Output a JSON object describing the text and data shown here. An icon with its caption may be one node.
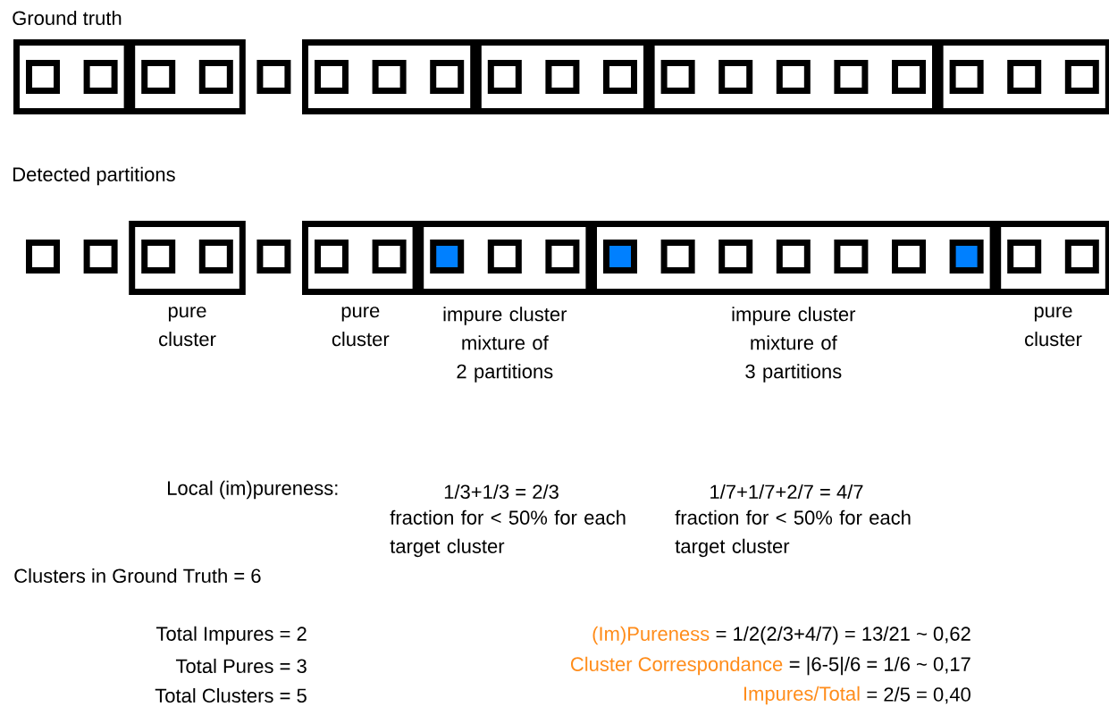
{
  "diagram": {
    "nodes": [
      {
        "text": [],
        "shape": "box"
      },
      {
        "text": [],
        "shape": "square",
        "in": 0
      },
      {
        "text": [],
        "shape": "square",
        "in": 0
      },
      {
        "text": [],
        "shape": "box"
      },
      {
        "text": [],
        "shape": "square",
        "in": 3
      },
      {
        "text": [],
        "shape": "square",
        "in": 3
      },
      {
        "text": [],
        "shape": "square"
      },
      {
        "text": [],
        "shape": "box"
      },
      {
        "text": [],
        "shape": "square",
        "in": 7
      },
      {
        "text": [],
        "shape": "square",
        "in": 7
      },
      {
        "text": [],
        "shape": "square",
        "in": 7
      },
      {
        "text": [],
        "shape": "box"
      },
      {
        "text": [],
        "shape": "square",
        "in": 11
      },
      {
        "text": [],
        "shape": "square",
        "in": 11
      },
      {
        "text": [],
        "shape": "square",
        "in": 11
      },
      {
        "text": [],
        "shape": "box"
      },
      {
        "text": [],
        "shape": "square",
        "in": 15
      },
      {
        "text": [],
        "shape": "square",
        "in": 15
      },
      {
        "text": [],
        "shape": "square",
        "in": 15
      },
      {
        "text": [],
        "shape": "square",
        "in": 15
      },
      {
        "text": [],
        "shape": "square",
        "in": 15
      },
      {
        "text": [],
        "shape": "box"
      },
      {
        "text": [],
        "shape": "square",
        "in": 21
      },
      {
        "text": [],
        "shape": "square",
        "in": 21
      },
      {
        "text": [],
        "shape": "square",
        "in": 21
      },
      {
        "text": [],
        "shape": "square"
      },
      {
        "text": [],
        "shape": "square"
      },
      {
        "text": [],
        "shape": "box",
        "beside": [
          "pure cluster"
        ]
      },
      {
        "text": [],
        "shape": "square",
        "in": 27
      },
      {
        "text": [],
        "shape": "square",
        "in": 27
      },
      {
        "text": [],
        "shape": "square"
      },
      {
        "text": [],
        "shape": "box",
        "beside": [
          "pure cluster"
        ]
      },
      {
        "text": [],
        "shape": "square",
        "in": 31
      },
      {
        "text": [],
        "shape": "square",
        "in": 31
      },
      {
        "text": [],
        "shape": "box",
        "beside": [
          "impure cluster mixture of 2 partitions"
        ]
      },
      {
        "text": [],
        "shape": "block",
        "in": 34
      },
      {
        "text": [],
        "shape": "square",
        "in": 34
      },
      {
        "text": [],
        "shape": "square",
        "in": 34
      },
      {
        "text": [],
        "shape": "box",
        "beside": [
          "impure cluster mixture of 3 partitions"
        ]
      },
      {
        "text": [],
        "shape": "block",
        "in": 38
      },
      {
        "text": [],
        "shape": "square",
        "in": 38
      },
      {
        "text": [],
        "shape": "square",
        "in": 38
      },
      {
        "text": [],
        "shape": "square",
        "in": 38
      },
      {
        "text": [],
        "shape": "square",
        "in": 38
      },
      {
        "text": [],
        "shape": "square",
        "in": 38
      },
      {
        "text": [],
        "shape": "block",
        "in": 38
      },
      {
        "text": [],
        "shape": "box",
        "beside": [
          "pure cluster"
        ]
      },
      {
        "text": [],
        "shape": "square",
        "in": 46
      },
      {
        "text": [],
        "shape": "square",
        "in": 46
      }
    ],
    "labels": [
      "Ground truth",
      "Detected partitions",
      "Local (im)pureness:",
      "1/3+1/3 = 2/3",
      "fraction for < 50% for each target cluster",
      "1/7+1/7+2/7 = 4/7",
      "fraction for < 50% for each target cluster",
      "Clusters in Ground Truth = 6",
      "Total Impures = 2",
      "(Im)Pureness",
      "= 1/2(2/3+4/7) = 13/21 ~ 0,62",
      "Total Pures = 3",
      "Cluster Correspondance",
      "= |6-5|/6 = 1/6 ~ 0,17",
      "Total Clusters = 5",
      "Impures/Total",
      "= 2/5 = 0,40"
    ]
  }
}
